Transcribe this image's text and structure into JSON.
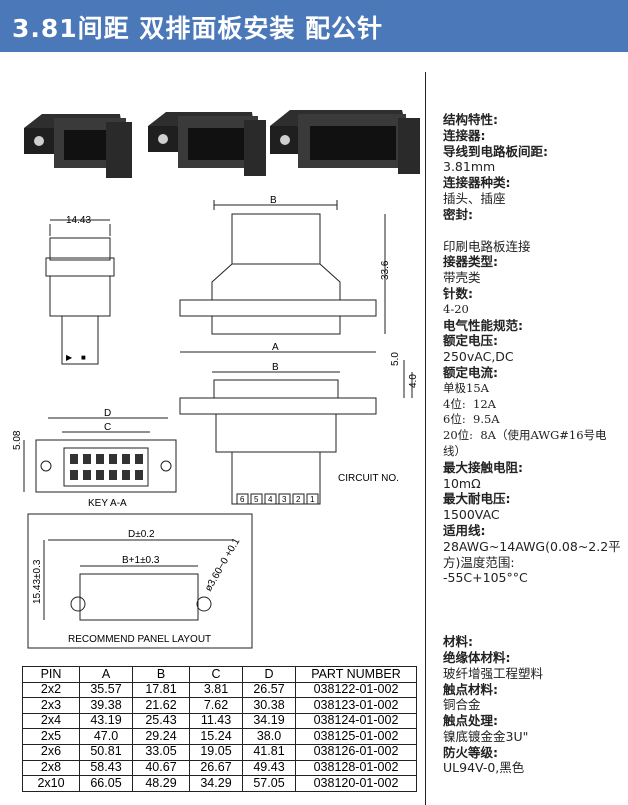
{
  "title": "3.81间距 双排面板安装 配公针",
  "drawing": {
    "dim_14_43": "14.43",
    "dim_b_top": "B",
    "dim_33_6": "33.6",
    "dim_a": "A",
    "dim_b_mid": "B",
    "dim_5_0": "5.0",
    "dim_4_0": "4.0",
    "dim_d": "D",
    "dim_c": "C",
    "dim_5_08": "5.08",
    "key_label": "KEY A-A",
    "circuit_label": "CIRCUIT NO.",
    "circuit_numbers": [
      "6",
      "5",
      "4",
      "3",
      "2",
      "1"
    ],
    "panel_d": "D±0.2",
    "panel_b": "B+1±0.3",
    "panel_h": "15.43±0.3",
    "panel_hole": "ø3.60−0 +0.1",
    "panel_label": "RECOMMEND PANEL LAYOUT",
    "pcb_marks": [
      "▶",
      "■"
    ]
  },
  "table": {
    "headers": [
      "PIN",
      "A",
      "B",
      "C",
      "D",
      "PART NUMBER"
    ],
    "rows": [
      [
        "2x2",
        "35.57",
        "17.81",
        "3.81",
        "26.57",
        "038122-01-002"
      ],
      [
        "2x3",
        "39.38",
        "21.62",
        "7.62",
        "30.38",
        "038123-01-002"
      ],
      [
        "2x4",
        "43.19",
        "25.43",
        "11.43",
        "34.19",
        "038124-01-002"
      ],
      [
        "2x5",
        "47.0",
        "29.24",
        "15.24",
        "38.0",
        "038125-01-002"
      ],
      [
        "2x6",
        "50.81",
        "33.05",
        "19.05",
        "41.81",
        "038126-01-002"
      ],
      [
        "2x8",
        "58.43",
        "40.67",
        "26.67",
        "49.43",
        "038128-01-002"
      ],
      [
        "2x10",
        "66.05",
        "48.29",
        "34.29",
        "57.05",
        "038120-01-002"
      ]
    ]
  },
  "specs": [
    {
      "text": "结构特性:",
      "bold": true
    },
    {
      "text": "连接器:",
      "bold": true
    },
    {
      "text": "导线到电路板间距:",
      "bold": true
    },
    {
      "text": "3.81mm",
      "bold": false
    },
    {
      "text": "连接器种类:",
      "bold": true
    },
    {
      "text": "插头、插座",
      "bold": false
    },
    {
      "text": "密封:",
      "bold": true
    },
    {
      "gap": true
    },
    {
      "text": "印刷电路板连接",
      "bold": false
    },
    {
      "text": "接器类型:",
      "bold": true
    },
    {
      "text": "带壳类",
      "bold": false
    },
    {
      "text": "针数:",
      "bold": true
    },
    {
      "text": "4-20",
      "bold": false,
      "serif": true
    },
    {
      "text": "电气性能规范:",
      "bold": true
    },
    {
      "text": "额定电压:",
      "bold": true
    },
    {
      "text": "250vAC,DC",
      "bold": false
    },
    {
      "text": "额定电流:",
      "bold": true
    },
    {
      "text": "单极15A",
      "bold": false,
      "serif": true
    },
    {
      "text": "4位:  12A",
      "bold": false,
      "serif": true
    },
    {
      "text": "6位:  9.5A",
      "bold": false,
      "serif": true
    },
    {
      "text": "20位:  8A（使用AWG#16号电线）",
      "bold": false,
      "serif": true
    },
    {
      "text": "最大接触电阻:",
      "bold": true
    },
    {
      "text": "10mΩ",
      "bold": false
    },
    {
      "text": "最大耐电压:",
      "bold": true
    },
    {
      "text": "1500VAC",
      "bold": false
    },
    {
      "text": "适用线:",
      "bold": true
    },
    {
      "text": "28AWG~14AWG(0.08~2.2平方)温度范围:",
      "bold": false
    },
    {
      "text": "-55C+105°°C",
      "bold": false
    },
    {
      "gap": true
    },
    {
      "gap": true
    },
    {
      "gap": true
    },
    {
      "text": "材料:",
      "bold": true
    },
    {
      "text": "绝缘体材料:",
      "bold": true
    },
    {
      "text": "玻纤增强工程塑料",
      "bold": false
    },
    {
      "text": "触点材料:",
      "bold": true
    },
    {
      "text": "铜合金",
      "bold": false
    },
    {
      "text": "触点处理:",
      "bold": true
    },
    {
      "text": "镍底镀金金3U\"",
      "bold": false
    },
    {
      "text": "防火等级:",
      "bold": true
    },
    {
      "text": "UL94V-0,黑色",
      "bold": false
    }
  ]
}
